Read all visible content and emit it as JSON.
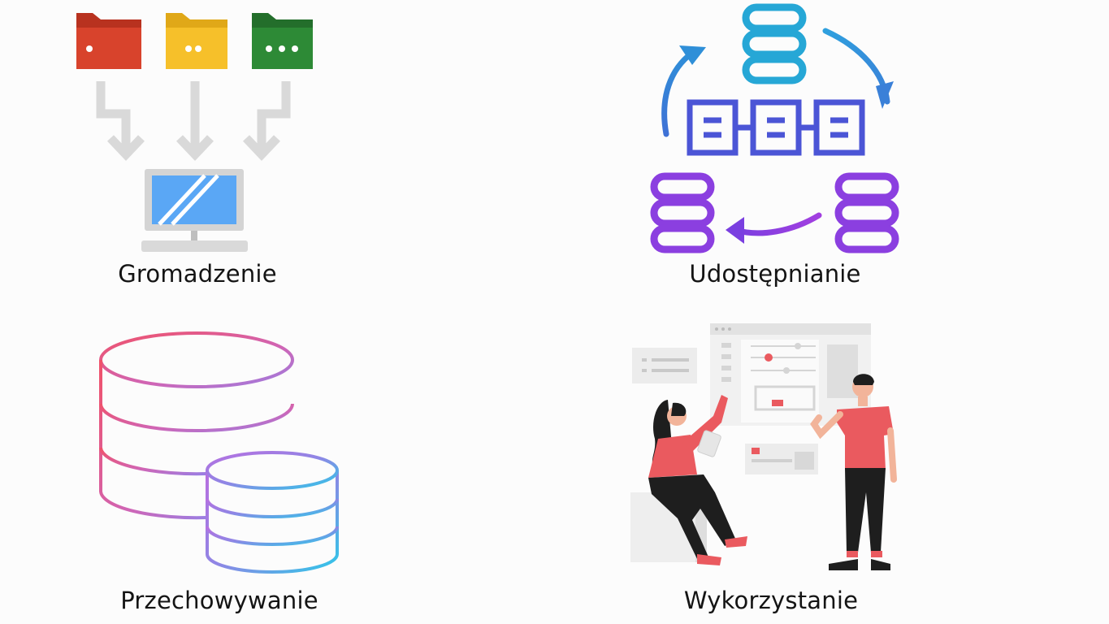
{
  "stages": {
    "collect": {
      "label": "Gromadzenie",
      "icon": "folders-to-computer-icon"
    },
    "share": {
      "label": "Udostępnianie",
      "icon": "database-sync-icon"
    },
    "store": {
      "label": "Przechowywanie",
      "icon": "database-stack-icon"
    },
    "use": {
      "label": "Wykorzystanie",
      "icon": "people-dashboard-illustration"
    }
  },
  "colors": {
    "folder_red": "#d8432c",
    "folder_yellow": "#f6c02a",
    "folder_green": "#2d8a36",
    "arrow_gray": "#d9d9d9",
    "screen_blue": "#5aa7f5",
    "sync_blue": "#2f8fd8",
    "sync_indigo": "#4b55d6",
    "sync_purple": "#8b3fe0",
    "gradient_red": "#f0526a",
    "gradient_purple": "#a37ee0",
    "gradient_cyan": "#2ec8e8",
    "accent_coral": "#ea5a5f",
    "ink": "#1e1e1e"
  }
}
